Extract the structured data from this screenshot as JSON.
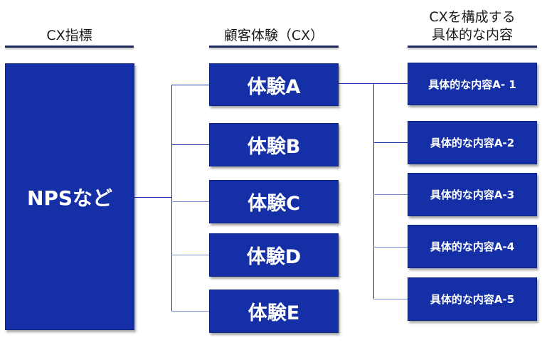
{
  "headers": {
    "indicator": "CX指標",
    "experience": "顧客体験（CX）",
    "content_line1": "CXを構成する",
    "content_line2": "具体的な内容"
  },
  "indicator_box": {
    "label": "NPSなど"
  },
  "experiences": [
    {
      "label": "体験A"
    },
    {
      "label": "体験B"
    },
    {
      "label": "体験C"
    },
    {
      "label": "体験D"
    },
    {
      "label": "体験E"
    }
  ],
  "contents": [
    {
      "label": "具体的な内容A- 1"
    },
    {
      "label": "具体的な内容A-2"
    },
    {
      "label": "具体的な内容A-3"
    },
    {
      "label": "具体的な内容A-4"
    },
    {
      "label": "具体的な内容A-5"
    }
  ],
  "colors": {
    "box_fill": "#1530a6",
    "header_rule": "#1f2a5c",
    "connector": "#1a35a8"
  }
}
